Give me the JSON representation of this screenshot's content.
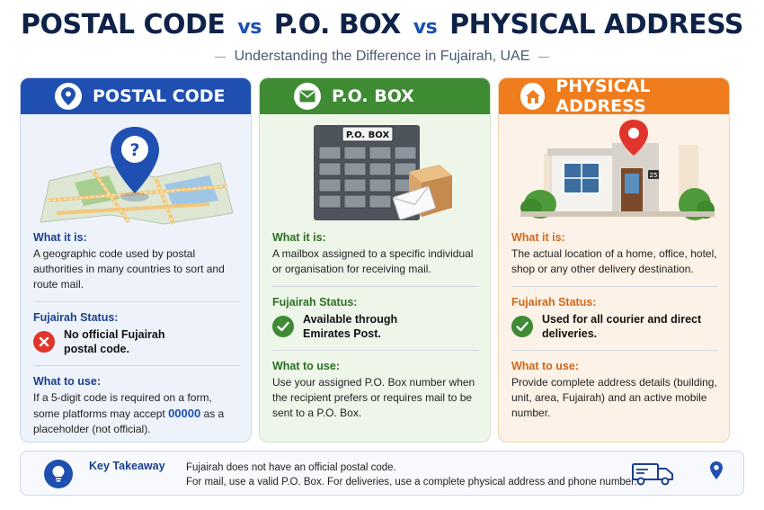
{
  "header": {
    "title_part1": "POSTAL CODE",
    "vs1": "vs",
    "title_part2": "P.O. BOX",
    "vs2": "vs",
    "title_part3": "PHYSICAL ADDRESS",
    "subtitle": "Understanding the Difference in Fujairah, UAE"
  },
  "cards": [
    {
      "title": "POSTAL CODE",
      "what_label": "What it is:",
      "what_text": "A geographic code used by postal authorities in many countries to sort and route mail.",
      "status_label": "Fujairah Status:",
      "status_text": "No official Fujairah postal code.",
      "use_label": "What to use:",
      "use_text_a": "If a 5-digit code is required on a form, some platforms may accept ",
      "use_number": "00000",
      "use_text_b": " as a placeholder (not official)."
    },
    {
      "title": "P.O. BOX",
      "illus_sign": "P.O. BOX",
      "what_label": "What it is:",
      "what_text": "A mailbox assigned to a specific individual or organisation for receiving mail.",
      "status_label": "Fujairah Status:",
      "status_text": "Available through Emirates Post.",
      "use_label": "What to use:",
      "use_text": "Use your assigned P.O. Box number when the recipient prefers or requires mail to be sent to a P.O. Box."
    },
    {
      "title": "PHYSICAL ADDRESS",
      "illus_house_number": "25",
      "what_label": "What it is:",
      "what_text": "The actual location of a home, office, hotel, shop or any other delivery destination.",
      "status_label": "Fujairah Status:",
      "status_text": "Used for all courier and direct deliveries.",
      "use_label": "What to use:",
      "use_text": "Provide complete address details (building, unit, area, Fujairah) and an active mobile number."
    }
  ],
  "takeaway": {
    "label": "Key Takeaway",
    "line1": "Fujairah does not have an official postal code.",
    "line2": "For mail, use a valid P.O. Box. For deliveries, use a complete physical address and phone number."
  },
  "colors": {
    "blue": "#1f4fb0",
    "green": "#3e8b34",
    "orange": "#ef7d1e",
    "red": "#e0352b",
    "navy": "#0f2248"
  },
  "icons": {
    "card1": "location-pin-icon",
    "card2": "envelope-icon",
    "card3": "house-icon",
    "status_no": "x-circle-icon",
    "status_yes": "check-circle-icon",
    "takeaway": "lightbulb-icon",
    "truck": "delivery-truck-icon",
    "pin": "location-pin-icon"
  }
}
